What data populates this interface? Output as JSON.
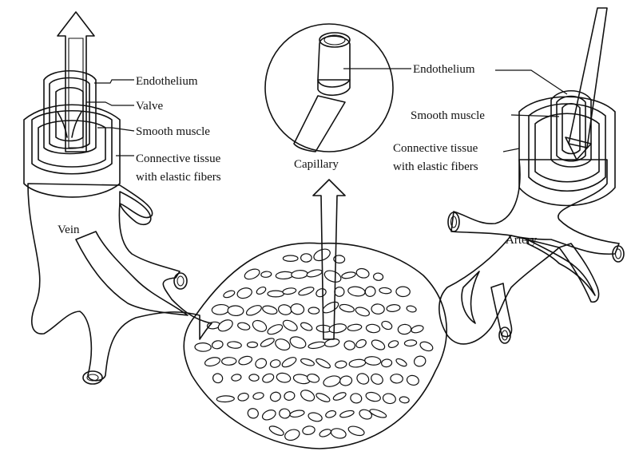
{
  "labels": {
    "vein": {
      "name": "Vein",
      "endothelium": "Endothelium",
      "valve": "Valve",
      "smooth_muscle": "Smooth muscle",
      "connective_line1": "Connective tissue",
      "connective_line2": "with elastic fibers"
    },
    "capillary": {
      "name": "Capillary",
      "endothelium": "Endothelium"
    },
    "artery": {
      "name": "Artery",
      "smooth_muscle": "Smooth muscle",
      "connective_line1": "Connective tissue",
      "connective_line2": "with elastic fibers"
    }
  },
  "colors": {
    "ink": "#111111",
    "background": "#ffffff",
    "stipple": "#2a2a2a"
  }
}
